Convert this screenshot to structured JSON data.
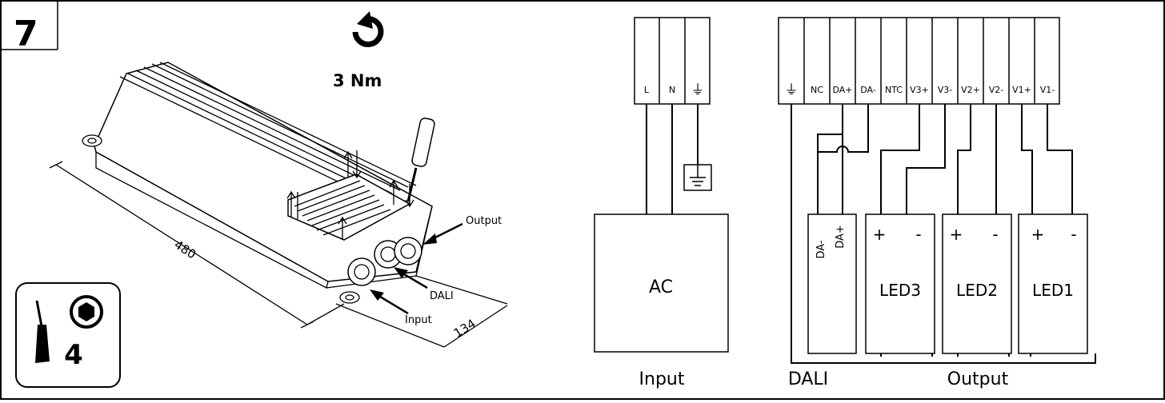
{
  "step": {
    "number": "7"
  },
  "torque": {
    "icon": "rotate-clockwise-icon",
    "label": "3 Nm"
  },
  "tool": {
    "icon": "screwdriver-hex-icon",
    "size": "4"
  },
  "device": {
    "dimension_length": "480",
    "dimension_width": "134",
    "callout_output": "Output",
    "callout_dali": "DALI",
    "callout_input": "Input"
  },
  "terminals": {
    "input": [
      "L",
      "N",
      "⏚"
    ],
    "output": [
      "⏚",
      "NC",
      "DA+",
      "DA-",
      "NTC",
      "V3+",
      "V3-",
      "V2+",
      "V2-",
      "V1+",
      "V1-"
    ]
  },
  "blocks": {
    "ac": "AC",
    "dali_left": "DA-",
    "dali_right": "DA+",
    "led3": {
      "label": "LED3",
      "plus": "+",
      "minus": "-"
    },
    "led2": {
      "label": "LED2",
      "plus": "+",
      "minus": "-"
    },
    "led1": {
      "label": "LED1",
      "plus": "+",
      "minus": "-"
    }
  },
  "captions": {
    "input": "Input",
    "dali": "DALI",
    "output": "Output"
  }
}
